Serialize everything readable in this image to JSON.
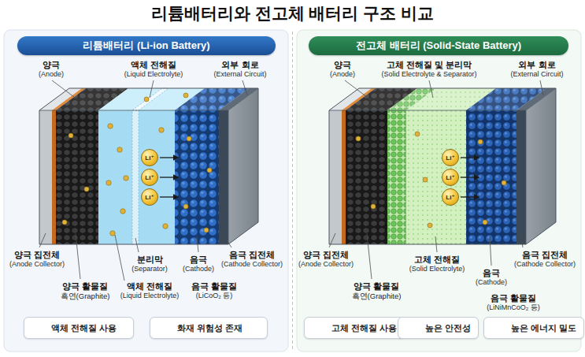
{
  "diagram": {
    "title": "리튬배터리와 전고체 배터리 구조 비교",
    "nodes": [
      {
        "text": [
          "리튬배터리 (Li-ion Battery)"
        ]
      },
      {
        "text": [
          "Li⁺"
        ]
      },
      {
        "text": [
          "Li⁺"
        ]
      },
      {
        "text": [
          "Li⁺"
        ]
      },
      {
        "text": [
          "액체 전해질 사용"
        ]
      },
      {
        "text": [
          "화재 위험성 존재"
        ]
      },
      {
        "text": [
          "전고체 배터리 (Solid-State Battery)"
        ]
      },
      {
        "text": [
          "Li⁺"
        ]
      },
      {
        "text": [
          "Li⁺"
        ]
      },
      {
        "text": [
          "Li⁺"
        ]
      },
      {
        "text": [
          "고체 전해질 사용"
        ]
      },
      {
        "text": [
          "높은 안전성"
        ]
      },
      {
        "text": [
          "높은 에너지 밀도"
        ]
      }
    ],
    "labels": [
      "양극",
      "(Anode)",
      "액체 전해질",
      "(Liquid Electrolyte)",
      "외부 회로",
      "(External Circuit)",
      "양극 집전체",
      "(Anode Collector)",
      "양극 활물질",
      "흑연(Graphite)",
      "분리막",
      "(Separator)",
      "액체 전해질",
      "(Liquid Electrolyte)",
      "음극",
      "(Cathode)",
      "음극 활물질",
      "(LiCoO₂ 등)",
      "음극 집전체",
      "(Cathode Collector)",
      "양극",
      "(Anode)",
      "고체 전해질 및 분리막",
      "(Solid Electrolyte & Separator)",
      "외부 회로",
      "(External Circuit)",
      "양극 집전체",
      "(Anode Collector)",
      "양극 활물질",
      "흑연(Graphite)",
      "고체 전해질",
      "(Solid Electrolyte)",
      "음극",
      "(Cathode)",
      "음극 집전체",
      "(Cathode Collector)",
      "음극 활물질",
      "(LiNiMnCoO₂ 등)"
    ]
  }
}
